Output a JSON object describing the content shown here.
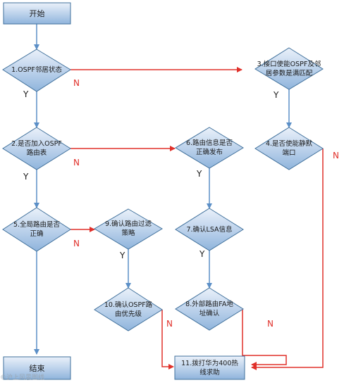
{
  "nodes": {
    "start": "开始",
    "n1": "1.OSPF邻居状态",
    "n2": "2.是否加入OSPF\n路由表",
    "n3": "3.接口使能OSPF及邻\n居参数是满匹配",
    "n4": "4.是否使能静默\n端口",
    "n5": "5.全局路由是否\n正确",
    "n6": "6.路由信息是否\n正确发布",
    "n7": "7.确认LSA信息",
    "n8": "8.外部路由FA地\n址确认",
    "n9": "9.确认路由过滤\n策略",
    "n10": "10.确认OSPF路\n由优先级",
    "n11": "11.拨打华为400热\n线求助",
    "end": "结束"
  },
  "edge_labels": {
    "yes": "Y",
    "no": "N"
  },
  "watermark": "©沪上风景图线",
  "colors": {
    "fill": "#5b9bd5",
    "fill_light": "#c9dbef",
    "stroke": "#41719c",
    "flow": "#5b8fc7",
    "no_flow": "#e0302a"
  }
}
